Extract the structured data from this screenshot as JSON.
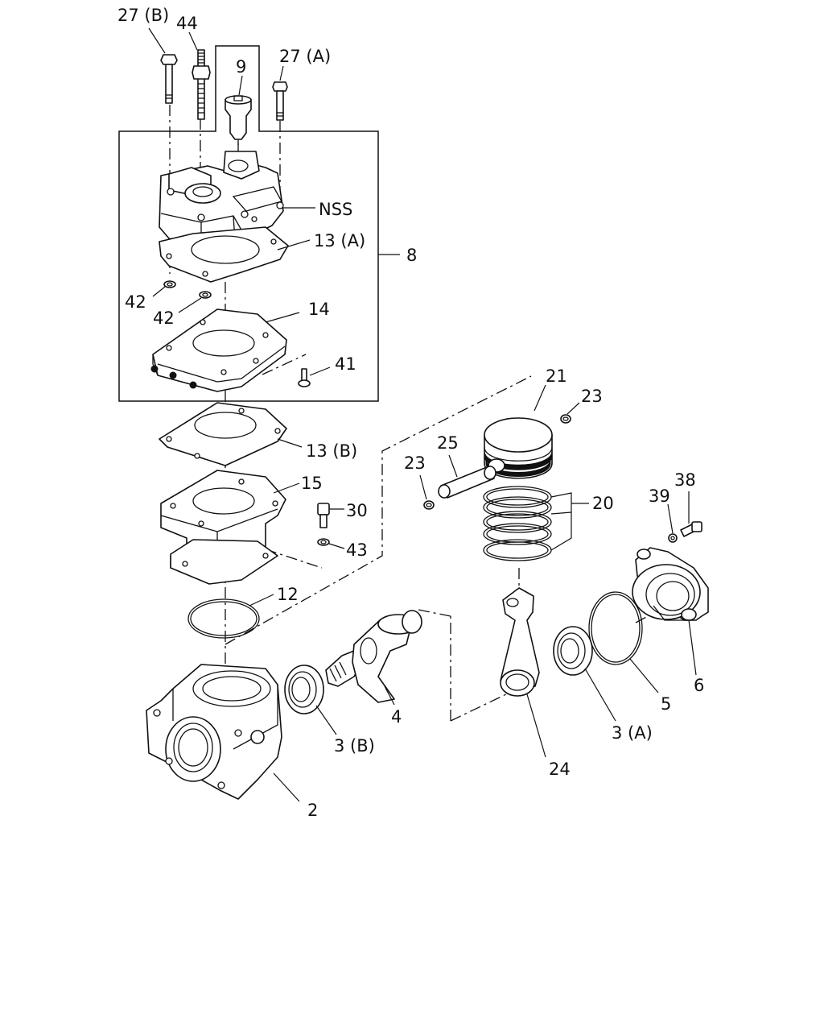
{
  "diagram": {
    "callouts": [
      {
        "id": "c27b",
        "text": "27 (B)"
      },
      {
        "id": "c44",
        "text": "44"
      },
      {
        "id": "c9",
        "text": "9"
      },
      {
        "id": "c27a",
        "text": "27 (A)"
      },
      {
        "id": "cnss",
        "text": "NSS"
      },
      {
        "id": "c13a",
        "text": "13 (A)"
      },
      {
        "id": "c8",
        "text": "8"
      },
      {
        "id": "c42a",
        "text": "42"
      },
      {
        "id": "c42b",
        "text": "42"
      },
      {
        "id": "c14",
        "text": "14"
      },
      {
        "id": "c41",
        "text": "41"
      },
      {
        "id": "c21",
        "text": "21"
      },
      {
        "id": "c23a",
        "text": "23"
      },
      {
        "id": "c25",
        "text": "25"
      },
      {
        "id": "c23b",
        "text": "23"
      },
      {
        "id": "c13b",
        "text": "13 (B)"
      },
      {
        "id": "c15",
        "text": "15"
      },
      {
        "id": "c20",
        "text": "20"
      },
      {
        "id": "c39",
        "text": "39"
      },
      {
        "id": "c38",
        "text": "38"
      },
      {
        "id": "c30",
        "text": "30"
      },
      {
        "id": "c43",
        "text": "43"
      },
      {
        "id": "c12",
        "text": "12"
      },
      {
        "id": "c6",
        "text": "6"
      },
      {
        "id": "c4",
        "text": "4"
      },
      {
        "id": "c5",
        "text": "5"
      },
      {
        "id": "c3b",
        "text": "3 (B)"
      },
      {
        "id": "c3a",
        "text": "3 (A)"
      },
      {
        "id": "c24",
        "text": "24"
      },
      {
        "id": "c2",
        "text": "2"
      }
    ]
  }
}
